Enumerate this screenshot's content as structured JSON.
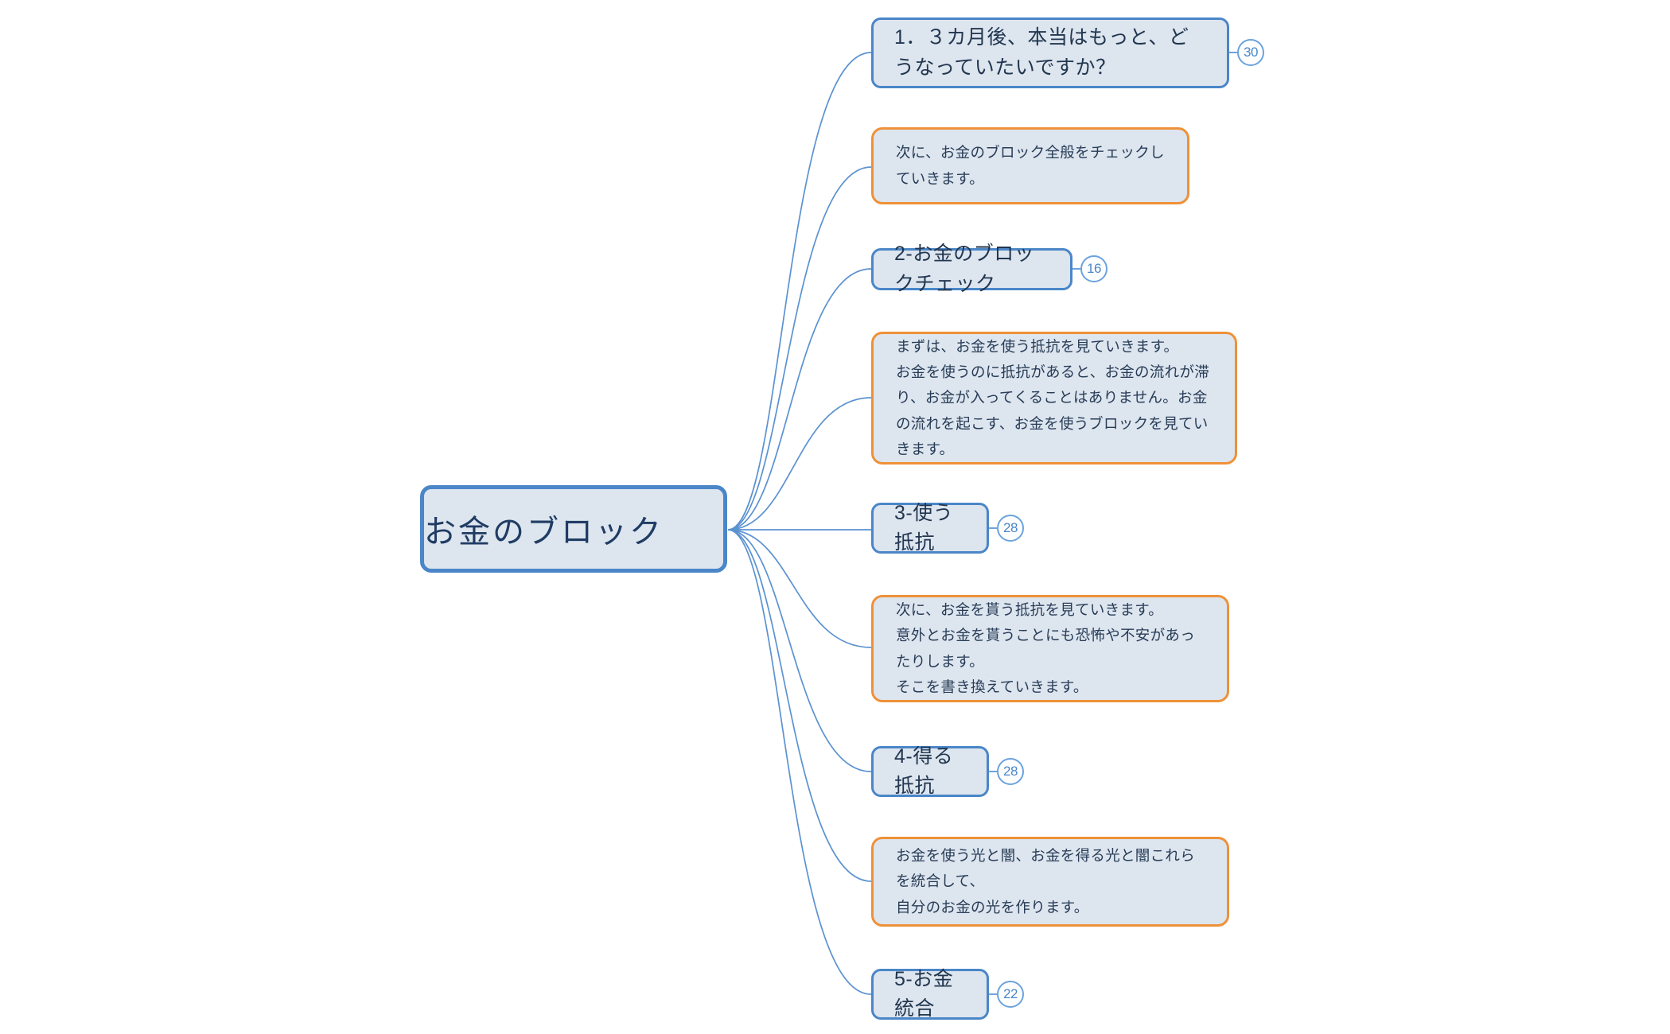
{
  "app": {
    "type": "mind-map",
    "background_color": "#ffffff",
    "palette": {
      "node_fill": "#dde5ef",
      "topic_border": "#4a86c8",
      "note_border": "#ef9138",
      "edge_color": "#5b92d0",
      "text_color": "#21364f",
      "badge_border": "#6ba3de",
      "badge_text": "#4a86c8"
    }
  },
  "root": {
    "label": "お金のブロック"
  },
  "branches": [
    {
      "kind": "topic",
      "label": "1．３カ月後、本当はもっと、どうなっていたいですか？",
      "badge": "30"
    },
    {
      "kind": "note",
      "label": "次に、お金のブロック全般をチェックしていきます。",
      "badge": null
    },
    {
      "kind": "topic",
      "label": "2-お金のブロックチェック",
      "badge": "16"
    },
    {
      "kind": "note",
      "label": "まずは、お金を使う抵抗を見ていきます。\nお金を使うのに抵抗があると、お金の流れが滞り、お金が入ってくることはありません。お金の流れを起こす、お金を使うブロックを見ていきます。",
      "badge": null
    },
    {
      "kind": "topic",
      "label": "3-使う抵抗",
      "badge": "28"
    },
    {
      "kind": "note",
      "label": "次に、お金を貰う抵抗を見ていきます。\n意外とお金を貰うことにも恐怖や不安があったりします。\nそこを書き換えていきます。",
      "badge": null
    },
    {
      "kind": "topic",
      "label": "4-得る抵抗",
      "badge": "28"
    },
    {
      "kind": "note",
      "label": "お金を使う光と闇、お金を得る光と闇これらを統合して、\n自分のお金の光を作ります。",
      "badge": null
    },
    {
      "kind": "topic",
      "label": "5-お金統合",
      "badge": "22"
    }
  ]
}
